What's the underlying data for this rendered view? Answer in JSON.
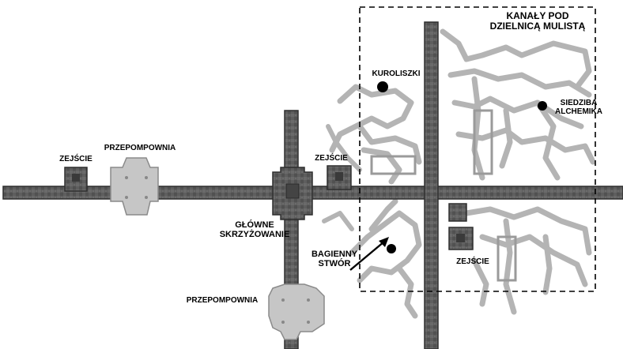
{
  "map": {
    "district_title_line1": "KANAŁY POD",
    "district_title_line2": "DZIELNICĄ MULISTĄ",
    "labels": {
      "exit_left": "ZEJŚCIE",
      "pump_left": "PRZEPOMPOWNIA",
      "exit_mid": "ZEJŚCIE",
      "main_crossing_line1": "GŁÓWNE",
      "main_crossing_line2": "SKRZYŻOWANIE",
      "pump_bottom": "PRZEPOMPOWNIA",
      "kuroliszki": "KUROLISZKI",
      "alchemist_line1": "SIEDZIBA",
      "alchemist_line2": "ALCHEMIKA",
      "swamp_line1": "BAGIENNY",
      "swamp_line2": "STWÓR",
      "exit_right": "ZEJŚCIE"
    },
    "colors": {
      "stone": "#5a5a5a",
      "stone_edge": "#2e2e2e",
      "plaza": "#c9c9c9",
      "tunnel": "#b8b8b8",
      "marker": "#000000"
    }
  }
}
